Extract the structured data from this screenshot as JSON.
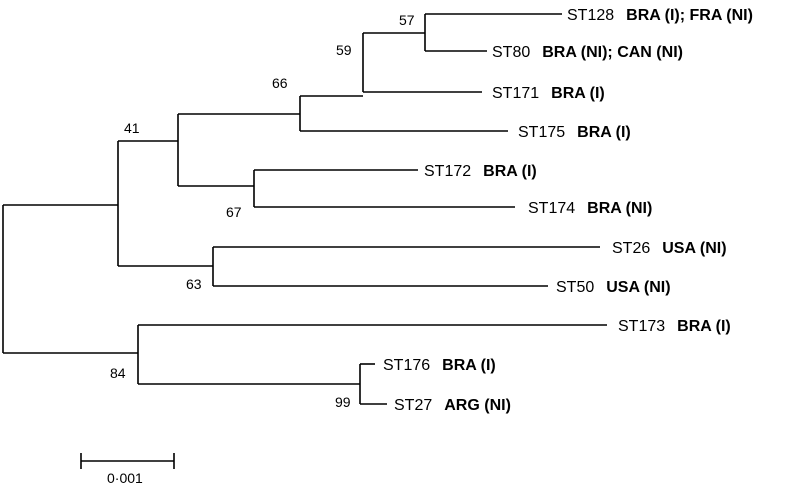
{
  "taxa": [
    {
      "id": "ST128",
      "origin": "BRA (I); FRA (NI)"
    },
    {
      "id": "ST80",
      "origin": "BRA (NI); CAN (NI)"
    },
    {
      "id": "ST171",
      "origin": "BRA (I)"
    },
    {
      "id": "ST175",
      "origin": "BRA (I)"
    },
    {
      "id": "ST172",
      "origin": "BRA (I)"
    },
    {
      "id": "ST174",
      "origin": "BRA (NI)"
    },
    {
      "id": "ST26",
      "origin": "USA (NI)"
    },
    {
      "id": "ST50",
      "origin": "USA (NI)"
    },
    {
      "id": "ST173",
      "origin": "BRA (I)"
    },
    {
      "id": "ST176",
      "origin": "BRA (I)"
    },
    {
      "id": "ST27",
      "origin": "ARG (NI)"
    }
  ],
  "bootstrap": {
    "n57": "57",
    "n59": "59",
    "n66": "66",
    "n41": "41",
    "n67": "67",
    "n63": "63",
    "n84": "84",
    "n99": "99"
  },
  "scale_bar": {
    "label": "0·001"
  }
}
